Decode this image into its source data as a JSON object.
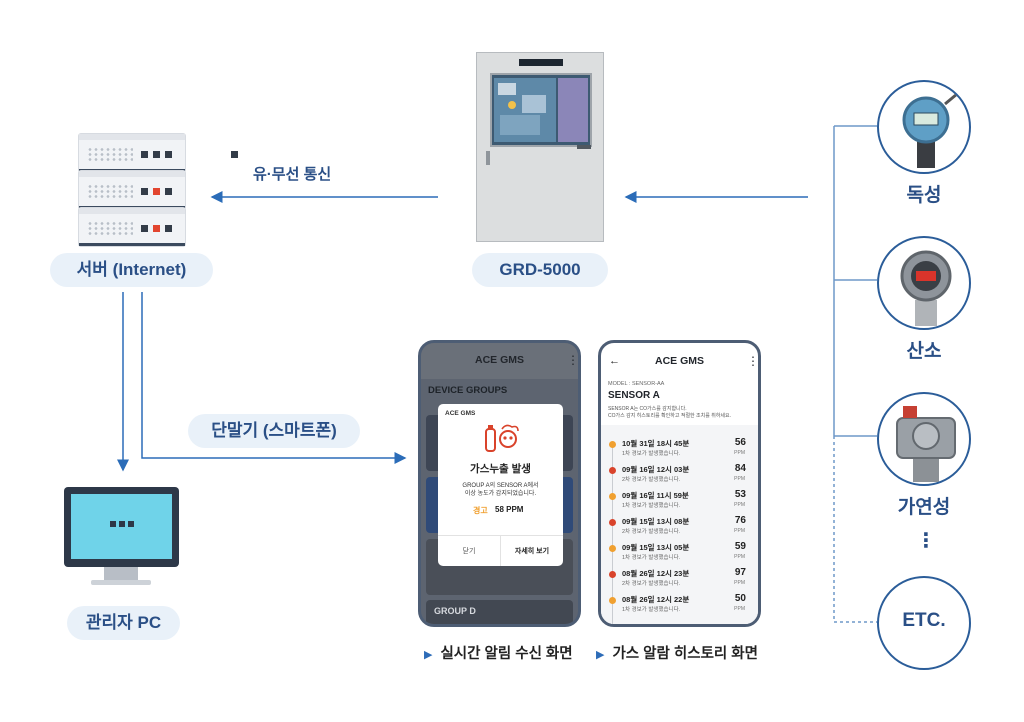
{
  "diagram": {
    "labels": {
      "server": "서버 (Internet)",
      "device": "GRD-5000",
      "pc": "관리자 PC",
      "mobile": "단말기 (스마트폰)",
      "comm": "유·무선 통신"
    },
    "sensors": [
      "독성",
      "산소",
      "가연성",
      "ETC."
    ],
    "ellipsis": "⋮",
    "captions": [
      "실시간 알림 수신 화면",
      "가스 알람 히스토리 화면"
    ],
    "caption_marker": "▶",
    "colors": {
      "accent": "#2b5d99",
      "pill_bg": "#e9f1f9",
      "alert_red": "#d9432b",
      "warn_orange": "#f0a030"
    }
  },
  "phone1": {
    "app_title": "ACE GMS",
    "menu_icon": "⋮",
    "section": "DEVICE GROUPS",
    "bottom_group": "GROUP D",
    "popup": {
      "brand": "ACE GMS",
      "title": "가스누출 발생",
      "message_line1": "GROUP A의 SENSOR A에서",
      "message_line2": "이상 농도가 감지되었습니다.",
      "level": "경고",
      "value": "58 PPM",
      "close_button": "닫기",
      "detail_button": "자세히 보기"
    }
  },
  "phone2": {
    "back_icon": "←",
    "app_title": "ACE GMS",
    "menu_icon": "⋮",
    "breadcrumb": "MODEL : SENSOR-AA",
    "sensor_name": "SENSOR A",
    "desc_line1": "SENSOR A는 CO가스를 감지합니다.",
    "desc_line2": "CO가스 감지 히스토리를 확인하고 적절한 조치를 취하세요.",
    "unit": "PPM",
    "history": [
      {
        "date": "10월 31일 18시 45분",
        "note": "1차 경보가 발생했습니다.",
        "value": "56",
        "level": "orange"
      },
      {
        "date": "09월 16일 12시 03분",
        "note": "2차 경보가 발생했습니다.",
        "value": "84",
        "level": "red"
      },
      {
        "date": "09월 16일 11시 59분",
        "note": "1차 경보가 발생했습니다.",
        "value": "53",
        "level": "orange"
      },
      {
        "date": "09월 15일 13시 08분",
        "note": "2차 경보가 발생했습니다.",
        "value": "76",
        "level": "red"
      },
      {
        "date": "09월 15일 13시 05분",
        "note": "1차 경보가 발생했습니다.",
        "value": "59",
        "level": "orange"
      },
      {
        "date": "08월 26일 12시 23분",
        "note": "2차 경보가 발생했습니다.",
        "value": "97",
        "level": "red"
      },
      {
        "date": "08월 26일 12시 22분",
        "note": "1차 경보가 발생했습니다.",
        "value": "50",
        "level": "orange"
      }
    ]
  }
}
